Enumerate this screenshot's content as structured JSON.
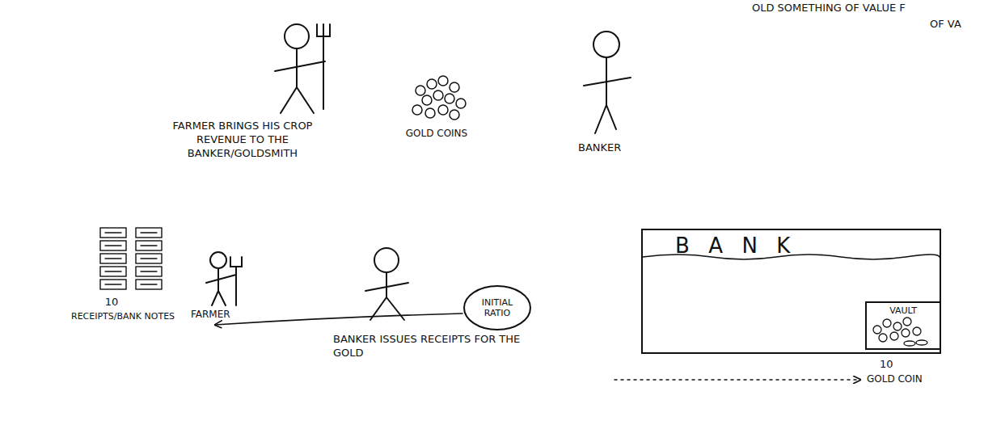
{
  "diagram": {
    "nodes": [
      {
        "text": [
          "BANK"
        ]
      },
      {
        "text": [
          "VAULT"
        ],
        "in": 0
      },
      {
        "text": [
          "INITIAL RATIO"
        ]
      }
    ],
    "labels": [
      "OLD SOMETHING OF VALUE F",
      "OF VA",
      "FARMER BRINGS HIS CROP REVENUE TO THE BANKER/GOLDSMITH",
      "GOLD COINS",
      "BANKER",
      "FARMER",
      "BANKER ISSUES RECEIPTS FOR THE GOLD",
      "10",
      "RECEIPTS/BANK NOTES",
      "10",
      "GOLD COIN"
    ]
  }
}
